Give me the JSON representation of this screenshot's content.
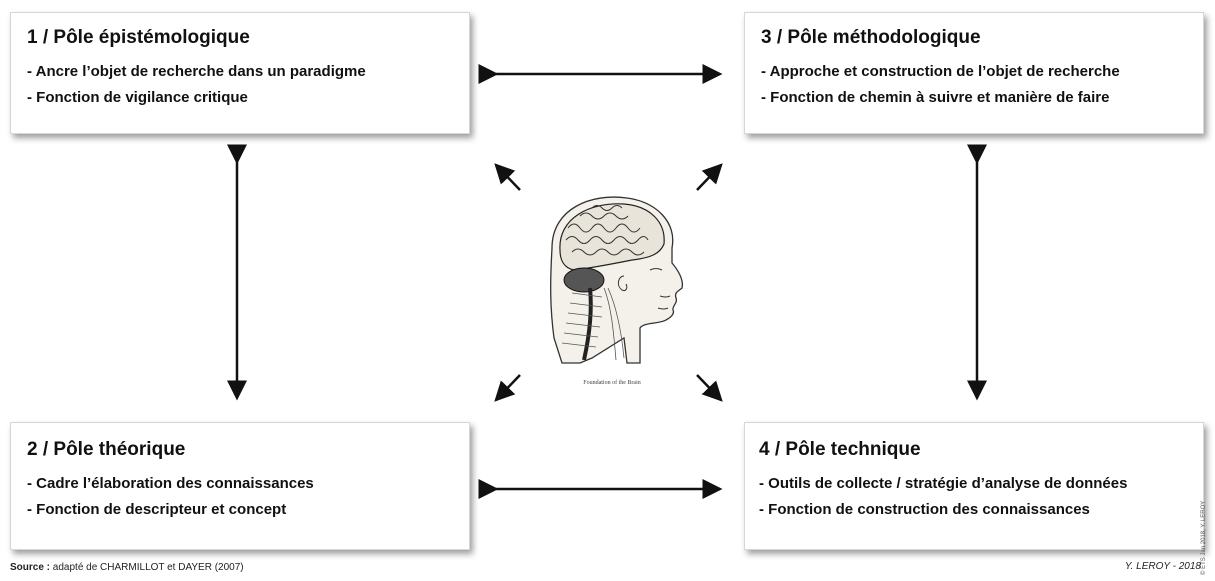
{
  "poles": [
    {
      "title": "1 / Pôle épistémologique",
      "lines": [
        "- Ancre l’objet de recherche dans un paradigme",
        "- Fonction de vigilance critique"
      ]
    },
    {
      "title": "2 / Pôle théorique",
      "lines": [
        "- Cadre l’élaboration des connaissances",
        "- Fonction de descripteur et concept"
      ]
    },
    {
      "title": "3 / Pôle méthodologique",
      "lines": [
        "- Approche et construction de l’objet de recherche",
        "- Fonction de chemin à suivre et manière de faire"
      ]
    },
    {
      "title": "4 / Pôle technique",
      "lines": [
        "- Outils de collecte / stratégie d’analyse de données",
        "- Fonction de construction des connaissances"
      ]
    }
  ],
  "center_image": {
    "icon": "brain-anatomy-engraving",
    "caption": "Foundation of the Brain"
  },
  "footer": {
    "source_label": "Source :",
    "source_text": " adapté de CHARMILLOT et DAYER (2007)",
    "author": "Y. LEROY - 2018",
    "copyright": "© ETS Jan 2018, Y. LEROY"
  },
  "colors": {
    "arrow": "#111111",
    "box_border": "#d6d6d6",
    "text": "#111111"
  }
}
